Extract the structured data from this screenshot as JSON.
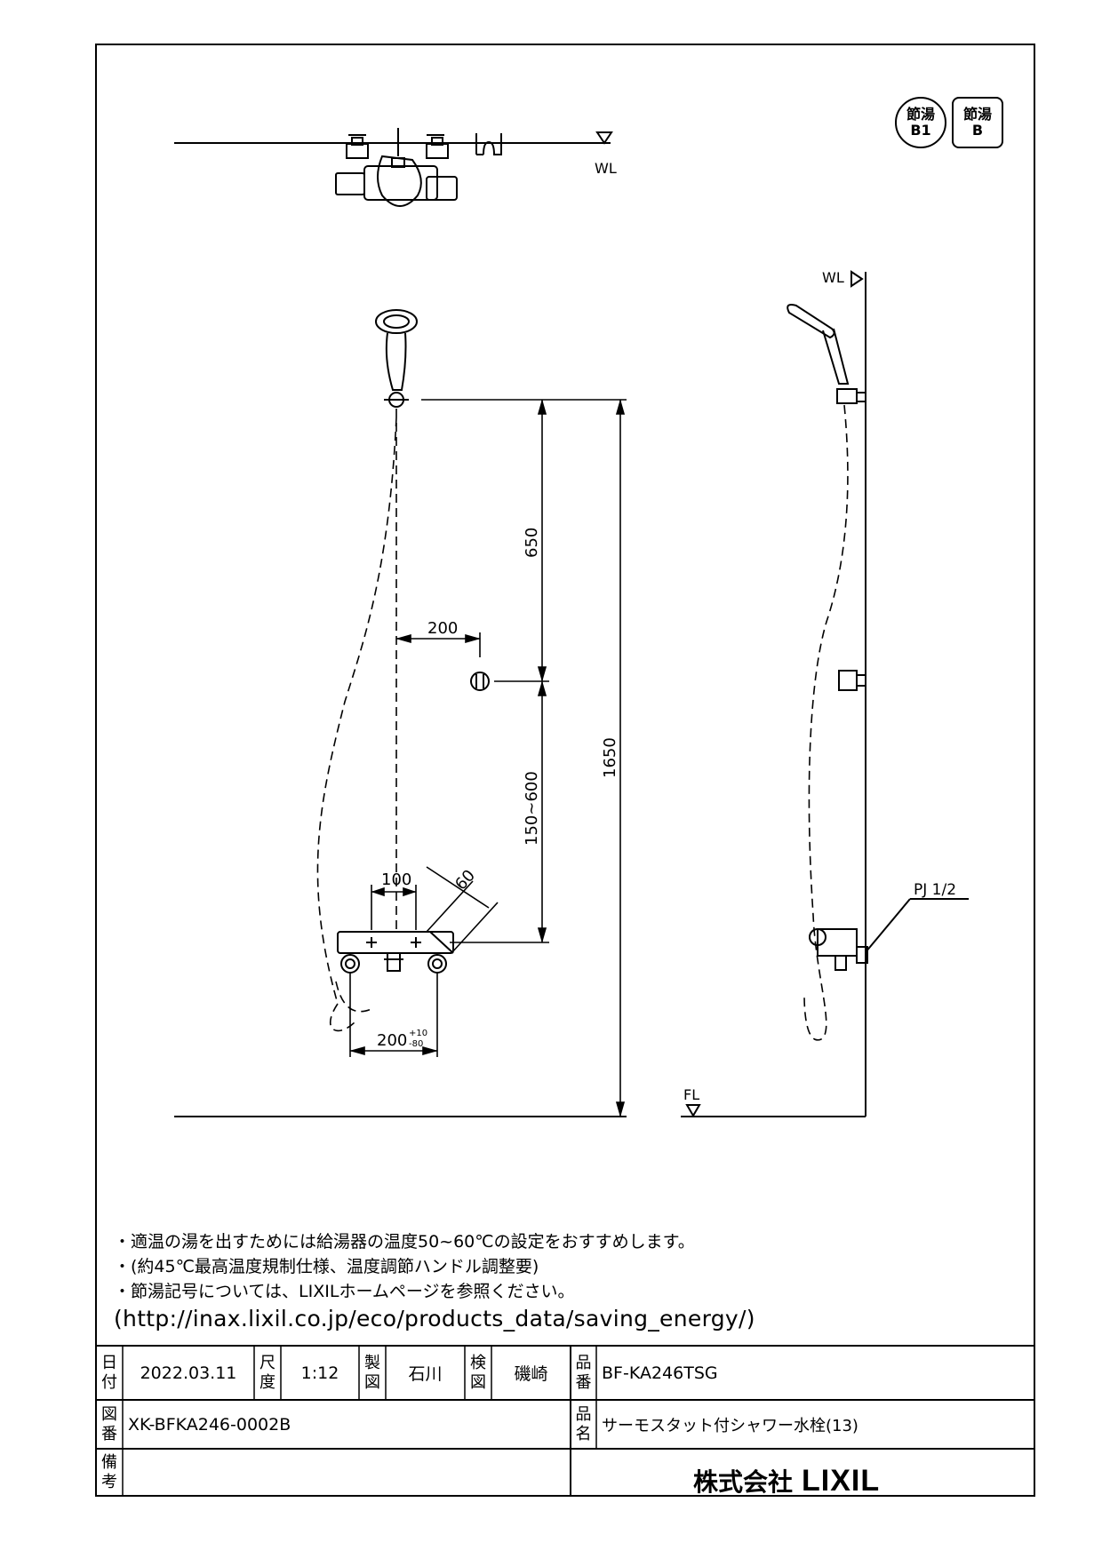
{
  "badges": [
    {
      "top": "節湯",
      "bottom": "B1",
      "shape": "circle"
    },
    {
      "top": "節湯",
      "bottom": "B",
      "shape": "rounded-square"
    }
  ],
  "drawing": {
    "wl_top": "WL",
    "wl_side": "WL",
    "fl": "FL",
    "pipe_label": "PJ 1/2",
    "dims": {
      "d650": "650",
      "d1650": "1650",
      "d150_600": "150~600",
      "d200_top": "200",
      "d100": "100",
      "d60": "60",
      "d200_bottom": "200",
      "tol_plus": "+10",
      "tol_minus": "-80"
    }
  },
  "notes": [
    "・適温の湯を出すためには給湯器の温度50~60℃の設定をおすすめします。",
    "・(約45℃最高温度規制仕様、温度調節ハンドル調整要)",
    "・節湯記号については、LIXILホームページを参照ください。",
    "(http://inax.lixil.co.jp/eco/products_data/saving_energy/)"
  ],
  "title_block": {
    "date_label_1": "日",
    "date_label_2": "付",
    "date": "2022.03.11",
    "scale_label_1": "尺",
    "scale_label_2": "度",
    "scale": "1:12",
    "drawn_label_1": "製",
    "drawn_label_2": "図",
    "drawn_by": "石川",
    "check_label_1": "検",
    "check_label_2": "図",
    "checked_by": "磯崎",
    "pn_label_1": "品",
    "pn_label_2": "番",
    "product_number": "BF-KA246TSG",
    "dwg_label_1": "図",
    "dwg_label_2": "番",
    "drawing_number": "XK-BFKA246-0002B",
    "name_label_1": "品",
    "name_label_2": "名",
    "product_name": "サーモスタット付シャワー水栓(13)",
    "remarks_label_1": "備",
    "remarks_label_2": "考",
    "remarks": "",
    "company_jp": "株式会社",
    "company_en": "LIXIL"
  }
}
